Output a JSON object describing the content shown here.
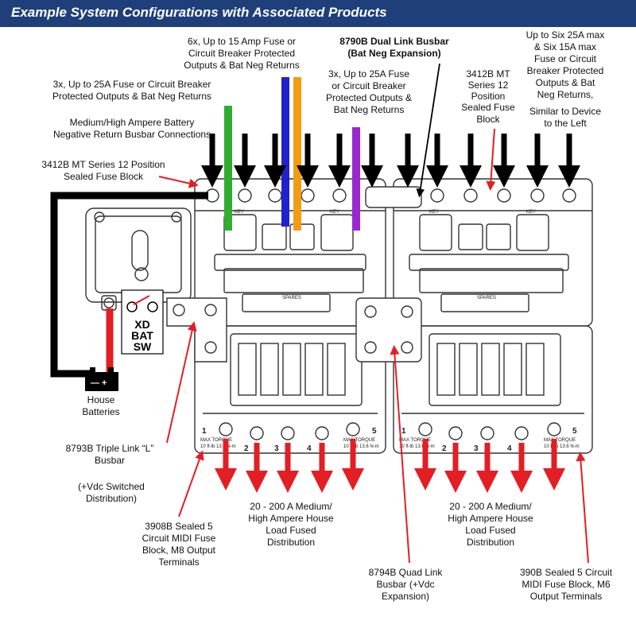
{
  "title": "Example System Configurations with Associated Products",
  "labels": {
    "fuse6x": [
      "6x, Up to 15 Amp Fuse or",
      "Circuit Breaker Protected",
      "Outputs & Bat Neg Returns"
    ],
    "dual_busbar": [
      "8790B Dual Link Busbar",
      "(Bat Neg Expansion)"
    ],
    "six25a": [
      "Up to Six 25A max",
      "& Six 15A max",
      "Fuse or Circuit",
      "Breaker Protected",
      "Outputs & Bat",
      "Neg Returns,",
      "Similar to Device",
      "to the Left"
    ],
    "fuse3x_left": [
      "3x, Up to 25A Fuse or Circuit Breaker",
      "Protected Outputs & Bat Neg Returns"
    ],
    "fuse3x_mid": [
      "3x, Up to 25A Fuse",
      "or Circuit Breaker",
      "Protected Outputs &",
      "Bat Neg Returns"
    ],
    "mt_right": [
      "3412B MT",
      "Series 12",
      "Position",
      "Sealed Fuse",
      "Block"
    ],
    "neg_return": [
      "Medium/High Ampere Battery",
      "Negative Return Busbar Connections"
    ],
    "mt_left": [
      "3412B MT Series 12 Position",
      "Sealed Fuse Block"
    ],
    "house_batteries": [
      "House",
      "Batteries"
    ],
    "triple_link": [
      "8793B Triple Link “L”",
      "Busbar"
    ],
    "vdc_switched": [
      "(+Vdc Switched",
      "Distribution)"
    ],
    "load_left": [
      "20 - 200 A Medium/",
      "High Ampere House",
      "Load Fused",
      "Distribution"
    ],
    "load_right": [
      "20 - 200 A Medium/",
      "High Ampere House",
      "Load Fused",
      "Distribution"
    ],
    "midi_left": [
      "3908B Sealed 5",
      "Circuit MIDI Fuse",
      "Block, M8 Output",
      "Terminals"
    ],
    "quad_link": [
      "8794B Quad Link",
      "Busbar (+Vdc",
      "Expansion)"
    ],
    "midi_right": [
      "390B Sealed 5 Circuit",
      "MIDI Fuse Block, M6",
      "Output Terminals"
    ]
  },
  "switch_label": [
    "XD",
    "BAT",
    "SW"
  ],
  "battery_symbol": "—  +",
  "device_text": {
    "key": "KEY",
    "spares": "SPARES",
    "torque": [
      "MAX TORQUE",
      "10 ft-lb 13.6 N-m"
    ],
    "terminal_numbers": [
      "1",
      "2",
      "3",
      "4",
      "5"
    ]
  },
  "colors": {
    "header": "#1f3f7a",
    "red": "#e31e24",
    "black": "#000000",
    "green": "#2fae2f",
    "blue": "#2222cc",
    "orange": "#f39c12",
    "purple": "#9b27d1"
  }
}
